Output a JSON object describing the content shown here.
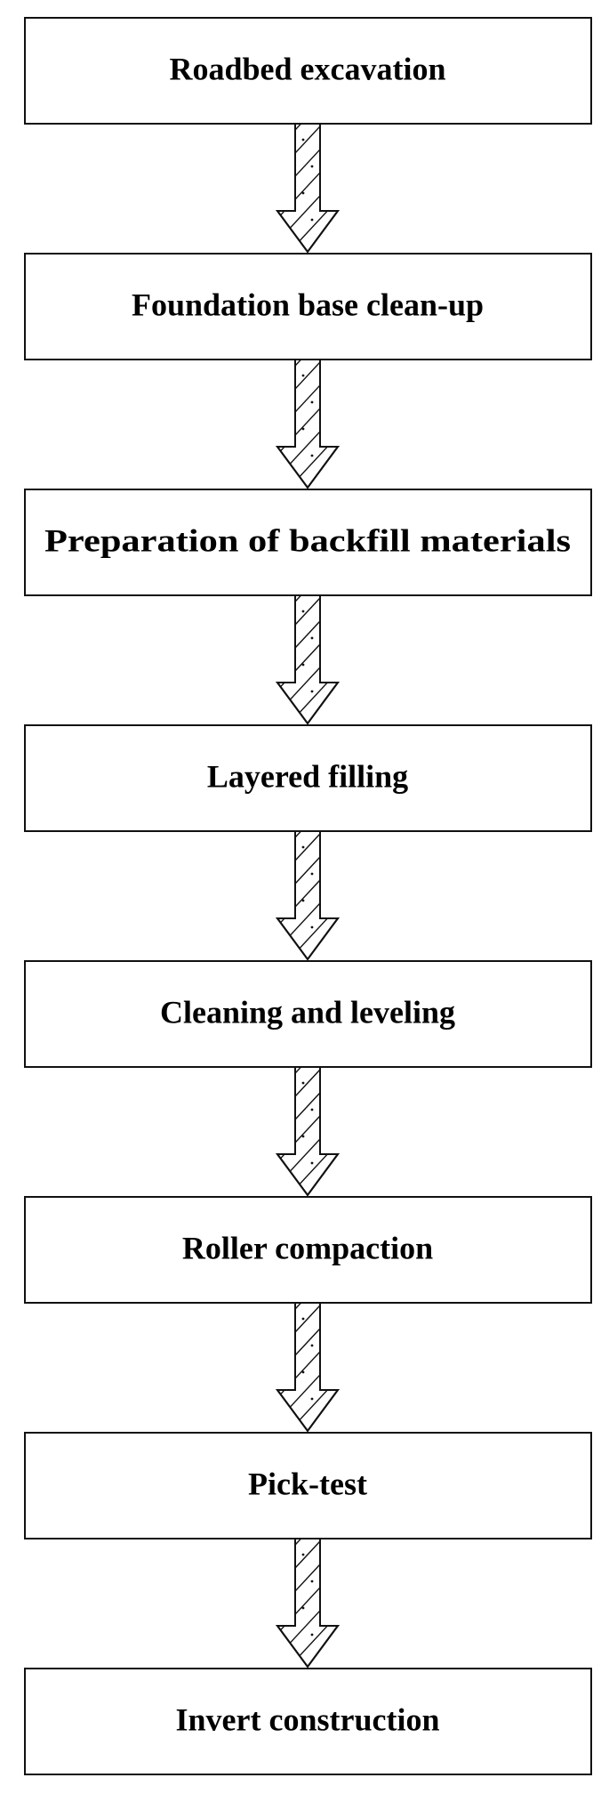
{
  "diagram": {
    "type": "flowchart",
    "direction": "top-to-bottom",
    "steps": [
      {
        "label": "Roadbed excavation"
      },
      {
        "label": "Foundation base clean-up"
      },
      {
        "label": "Preparation of backfill materials"
      },
      {
        "label": "Layered filling"
      },
      {
        "label": "Cleaning and leveling"
      },
      {
        "label": "Roller compaction"
      },
      {
        "label": "Pick-test"
      },
      {
        "label": "Invert construction"
      }
    ],
    "connector_style": "hatched-arrow",
    "colors": {
      "stroke": "#111111",
      "fill": "#ffffff",
      "text": "#000000"
    }
  }
}
